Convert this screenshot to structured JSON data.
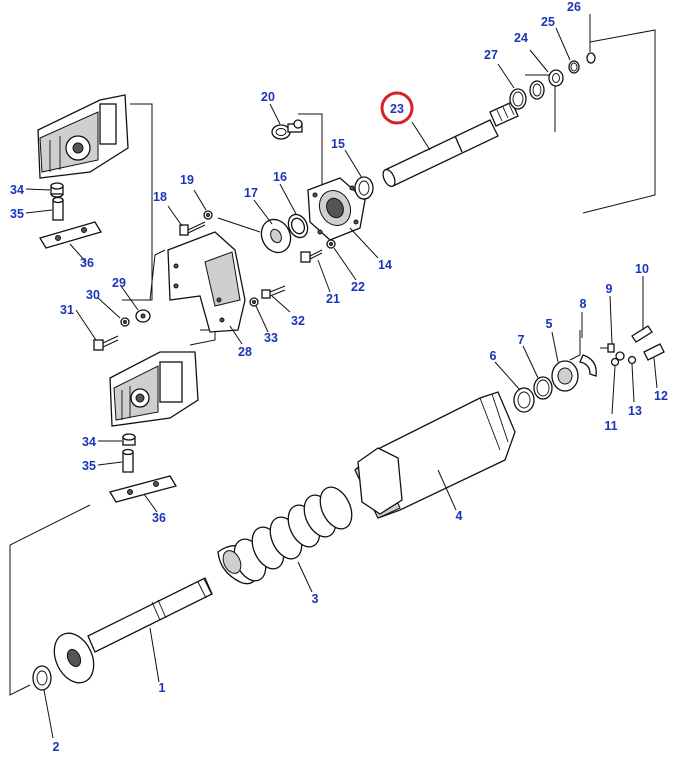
{
  "highlighted_part": "23",
  "colors": {
    "callout_text": "#1a35b8",
    "highlight_ring": "#d8202a",
    "line": "#111111"
  },
  "callouts": {
    "c1": "1",
    "c2": "2",
    "c3": "3",
    "c4": "4",
    "c5": "5",
    "c6": "6",
    "c7": "7",
    "c8": "8",
    "c9": "9",
    "c10": "10",
    "c11": "11",
    "c12": "12",
    "c13": "13",
    "c14": "14",
    "c15": "15",
    "c16": "16",
    "c17": "17",
    "c18": "18",
    "c19": "19",
    "c20": "20",
    "c21": "21",
    "c22": "22",
    "c23": "23",
    "c24": "24",
    "c25": "25",
    "c26": "26",
    "c27": "27",
    "c28": "28",
    "c29": "29",
    "c30": "30",
    "c31": "31",
    "c32": "32",
    "c33": "33",
    "c34a": "34",
    "c35a": "35",
    "c36a": "36",
    "c34b": "34",
    "c35b": "35",
    "c36b": "36"
  }
}
